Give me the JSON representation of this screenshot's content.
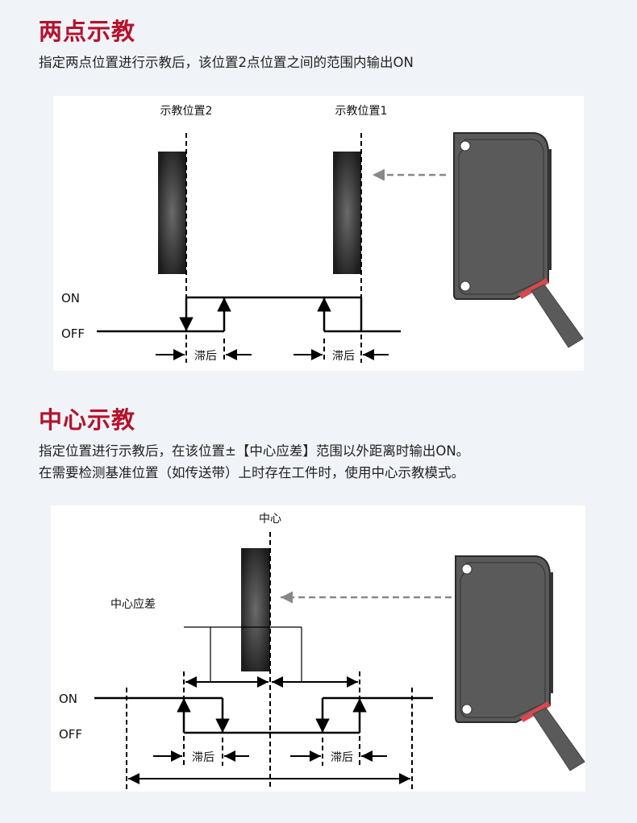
{
  "section1": {
    "title": "两点示教",
    "description": "指定两点位置进行示教后，该位置2点位置之间的范围内输出ON",
    "diagram": {
      "teach_pos_2": "示教位置2",
      "teach_pos_1": "示教位置1",
      "on_label": "ON",
      "off_label": "OFF",
      "hysteresis_left": "滞后",
      "hysteresis_right": "滞后"
    }
  },
  "section2": {
    "title": "中心示教",
    "description_line1": "指定位置进行示教后，在该位置±【中心应差】范围以外距离时输出ON。",
    "description_line2": "在需要检测基准位置（如传送带）上时存在工件时，使用中心示教模式。",
    "diagram": {
      "center_label": "中心",
      "tolerance_label": "中心应差",
      "on_label": "ON",
      "off_label": "OFF",
      "hysteresis_left": "滞后",
      "hysteresis_right": "滞后"
    }
  },
  "colors": {
    "accent": "#b5122b",
    "background": "#f0f3f8"
  }
}
